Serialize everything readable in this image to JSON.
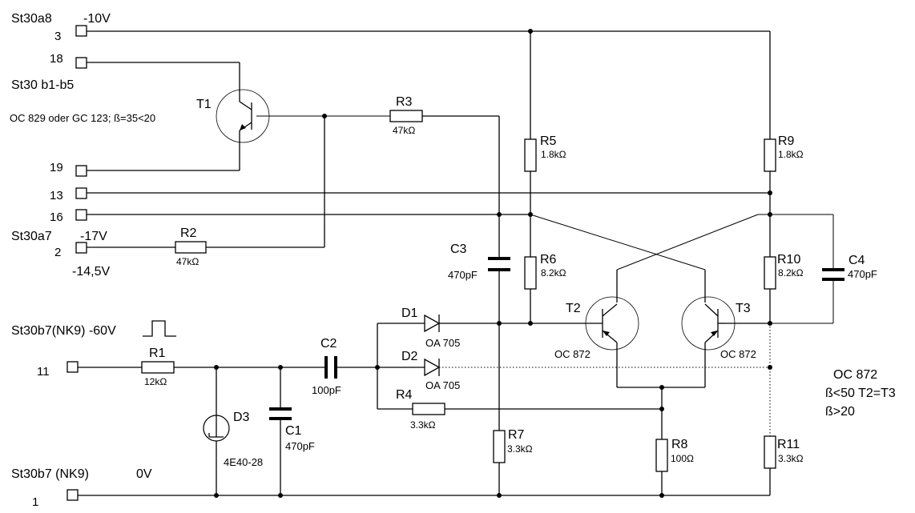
{
  "connectors": {
    "st30a8": "St30a8",
    "v_minus10": "-10V",
    "pin3": "3",
    "pin18": "18",
    "st30b1b5": "St30 b1-b5",
    "pin19": "19",
    "pin13": "13",
    "pin16": "16",
    "st30a7": "St30a7",
    "v_minus17": "-17V",
    "pin2": "2",
    "v_minus145": "-14,5V",
    "st30b7nk9_60": "St30b7(NK9) -60V",
    "pin11": "11",
    "st30b7nk9": "St30b7 (NK9)",
    "v_0": "0V",
    "pin1": "1"
  },
  "transistors": {
    "t1": {
      "name": "T1",
      "type": "OC 829 oder GC 123; ß=35<20"
    },
    "t2": {
      "name": "T2",
      "type": "OC 872"
    },
    "t3": {
      "name": "T3",
      "type": "OC 872"
    }
  },
  "resistors": {
    "r1": {
      "name": "R1",
      "value": "12kΩ"
    },
    "r2": {
      "name": "R2",
      "value": "47kΩ"
    },
    "r3": {
      "name": "R3",
      "value": "47kΩ"
    },
    "r4": {
      "name": "R4",
      "value": "3.3kΩ"
    },
    "r5": {
      "name": "R5",
      "value": "1.8kΩ"
    },
    "r6": {
      "name": "R6",
      "value": "8.2kΩ"
    },
    "r7": {
      "name": "R7",
      "value": "3.3kΩ"
    },
    "r8": {
      "name": "R8",
      "value": "100Ω"
    },
    "r9": {
      "name": "R9",
      "value": "1.8kΩ"
    },
    "r10": {
      "name": "R10",
      "value": "8.2kΩ"
    },
    "r11": {
      "name": "R11",
      "value": "3.3kΩ"
    }
  },
  "capacitors": {
    "c1": {
      "name": "C1",
      "value": "470pF"
    },
    "c2": {
      "name": "C2",
      "value": "100pF"
    },
    "c3": {
      "name": "C3",
      "value": "470pF"
    },
    "c4": {
      "name": "C4",
      "value": "470pF"
    }
  },
  "diodes": {
    "d1": {
      "name": "D1",
      "type": "OA 705"
    },
    "d2": {
      "name": "D2",
      "type": "OA 705"
    },
    "d3": {
      "name": "D3",
      "type": "4E40-28"
    }
  },
  "notes": {
    "line1": "OC 872",
    "line2": "ß<50 T2=T3",
    "line3": "ß>20"
  }
}
